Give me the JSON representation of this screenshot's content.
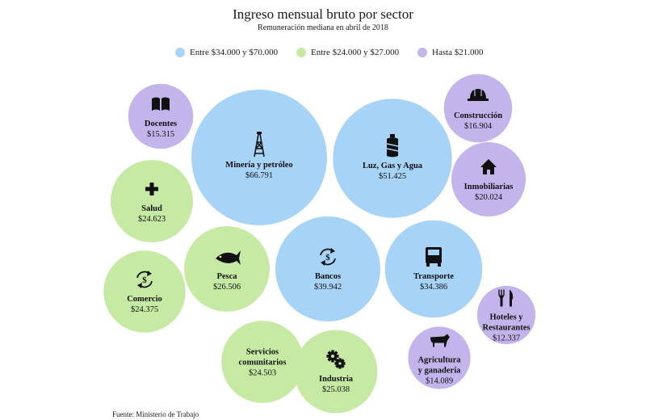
{
  "title": "Ingreso mensual bruto por sector",
  "subtitle": "Remuneración mediana en abril de 2018",
  "legend": [
    {
      "label": "Entre $34.000 y $70.000",
      "color": "#a7d3f7"
    },
    {
      "label": "Entre $24.000 y $27.000",
      "color": "#c6eaa4"
    },
    {
      "label": "Hasta $21.000",
      "color": "#c3b4ec"
    }
  ],
  "source": "Fuente: Ministerio de Trabajo",
  "chart_data": {
    "type": "bubble",
    "title": "Ingreso mensual bruto por sector",
    "subtitle": "Remuneración mediana en abril de 2018",
    "groups": [
      {
        "label": "Entre $34.000 y $70.000",
        "color": "#a7d3f7"
      },
      {
        "label": "Entre $24.000 y $27.000",
        "color": "#c6eaa4"
      },
      {
        "label": "Hasta $21.000",
        "color": "#c3b4ec"
      }
    ],
    "bubbles": [
      {
        "name": [
          "Minería y petróleo"
        ],
        "value": 66791,
        "label": "$66.791",
        "group": 0,
        "icon": "oil-derrick-icon"
      },
      {
        "name": [
          "Luz, Gas y Agua"
        ],
        "value": 51425,
        "label": "$51.425",
        "group": 0,
        "icon": "gas-bottle-icon"
      },
      {
        "name": [
          "Bancos"
        ],
        "value": 39942,
        "label": "$39.942",
        "group": 0,
        "icon": "money-cycle-icon"
      },
      {
        "name": [
          "Transporte"
        ],
        "value": 34386,
        "label": "$34.386",
        "group": 0,
        "icon": "truck-icon"
      },
      {
        "name": [
          "Pesca"
        ],
        "value": 26506,
        "label": "$26.506",
        "group": 1,
        "icon": "fish-icon"
      },
      {
        "name": [
          "Industria"
        ],
        "value": 25038,
        "label": "$25.038",
        "group": 1,
        "icon": "gears-icon"
      },
      {
        "name": [
          "Salud"
        ],
        "value": 24623,
        "label": "$24.623",
        "group": 1,
        "icon": "health-cross-icon"
      },
      {
        "name": [
          "Servicios",
          "comunitarios"
        ],
        "value": 24503,
        "label": "$24.503",
        "group": 1,
        "icon": ""
      },
      {
        "name": [
          "Comercio"
        ],
        "value": 24375,
        "label": "$24.375",
        "group": 1,
        "icon": "money-cycle-icon"
      },
      {
        "name": [
          "Inmobiliarias"
        ],
        "value": 20024,
        "label": "$20.024",
        "group": 2,
        "icon": "house-icon"
      },
      {
        "name": [
          "Construcción"
        ],
        "value": 16904,
        "label": "$16.904",
        "group": 2,
        "icon": "hard-hat-icon"
      },
      {
        "name": [
          "Docentes"
        ],
        "value": 15315,
        "label": "$15.315",
        "group": 2,
        "icon": "book-icon"
      },
      {
        "name": [
          "Agricultura",
          "y ganadería"
        ],
        "value": 14089,
        "label": "$14.089",
        "group": 2,
        "icon": "cow-icon"
      },
      {
        "name": [
          "Hoteles y",
          "Restaurantes"
        ],
        "value": 12337,
        "label": "$12.337",
        "group": 2,
        "icon": "cutlery-icon"
      }
    ]
  }
}
